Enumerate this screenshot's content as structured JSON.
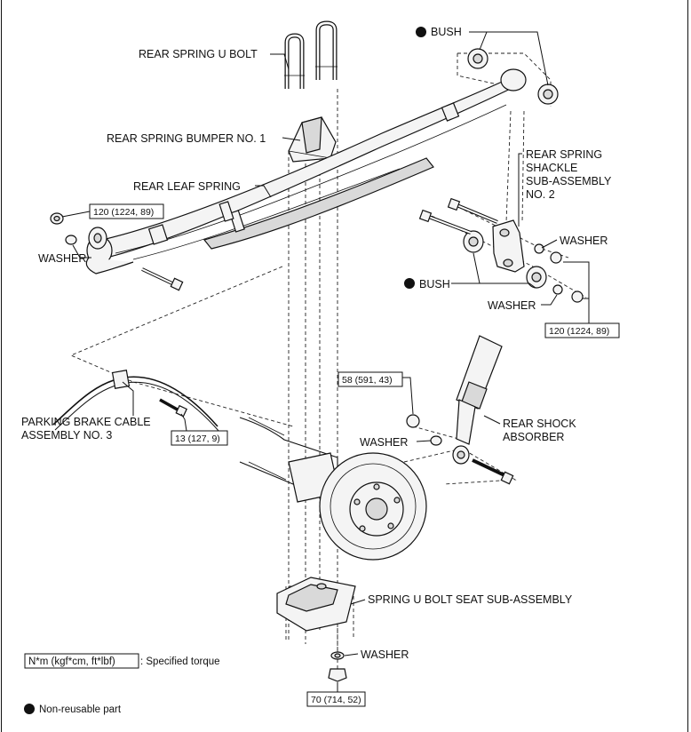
{
  "labels": {
    "bush_top": "BUSH",
    "u_bolt": "REAR SPRING U BOLT",
    "bumper": "REAR SPRING BUMPER NO. 1",
    "leaf_spring": "REAR LEAF SPRING",
    "shackle_1": "REAR SPRING",
    "shackle_2": "SHACKLE",
    "shackle_3": "SUB-ASSEMBLY",
    "shackle_4": "NO. 2",
    "washer_left": "WASHER",
    "washer_right_top": "WASHER",
    "bush_mid": "BUSH",
    "washer_right_bottom": "WASHER",
    "parking_1": "PARKING BRAKE CABLE",
    "parking_2": "ASSEMBLY NO. 3",
    "shock_1": "REAR SHOCK",
    "shock_2": "ABSORBER",
    "washer_shock": "WASHER",
    "seat": "SPRING U BOLT SEAT SUB-ASSEMBLY",
    "washer_bottom": "WASHER"
  },
  "torques": {
    "t_left": "120 (1224, 89)",
    "t_right": "120 (1224, 89)",
    "t_shock": "58 (591, 43)",
    "t_cable": "13 (127, 9)",
    "t_bottom": "70 (714, 52)"
  },
  "legend": {
    "torque_box": "N*m (kgf*cm, ft*lbf)",
    "torque_text": ": Specified torque",
    "nonreusable_text": "Non-reusable part"
  }
}
